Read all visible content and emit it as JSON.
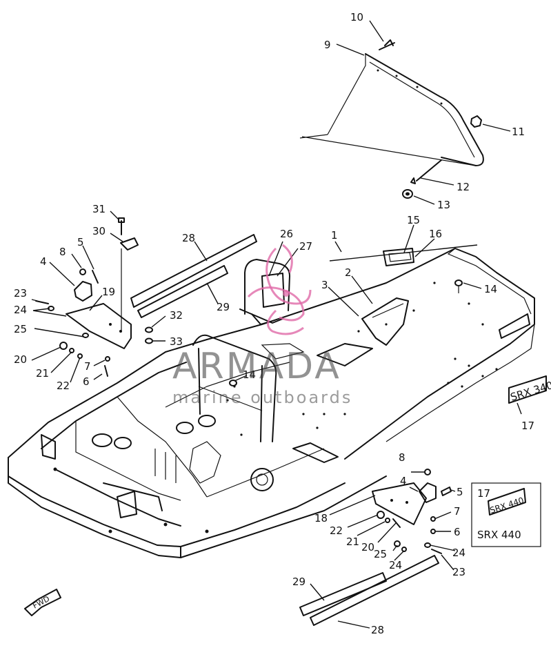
{
  "callouts": {
    "c1": "1",
    "c2": "2",
    "c3": "3",
    "c4a": "4",
    "c4b": "4",
    "c5a": "5",
    "c5b": "5",
    "c6a": "6",
    "c6b": "6",
    "c7a": "7",
    "c7b": "7",
    "c8a": "8",
    "c8b": "8",
    "c9": "9",
    "c10": "10",
    "c11": "11",
    "c12": "12",
    "c13": "13",
    "c14a": "14",
    "c14b": "14",
    "c15": "15",
    "c16": "16",
    "c17a": "17",
    "c17b": "17",
    "c18": "18",
    "c19": "19",
    "c20a": "20",
    "c20b": "20",
    "c21a": "21",
    "c21b": "21",
    "c22a": "22",
    "c22b": "22",
    "c23a": "23",
    "c23b": "23",
    "c24a": "24",
    "c24b": "24",
    "c24c": "24",
    "c25a": "25",
    "c25b": "25",
    "c26": "26",
    "c27": "27",
    "c28a": "28",
    "c28b": "28",
    "c29a": "29",
    "c29b": "29",
    "c30": "30",
    "c31": "31",
    "c32": "32",
    "c33": "33"
  },
  "decal_label": "SRX 340",
  "inset": {
    "callout": "17",
    "decal": "SRX 440",
    "caption": "SRX 440"
  },
  "fwd_label": "FWD",
  "watermark": {
    "brand": "ARMADA",
    "tagline": "marine outboards"
  },
  "colors": {
    "line": "#111111",
    "logo": "#e06aa8"
  }
}
